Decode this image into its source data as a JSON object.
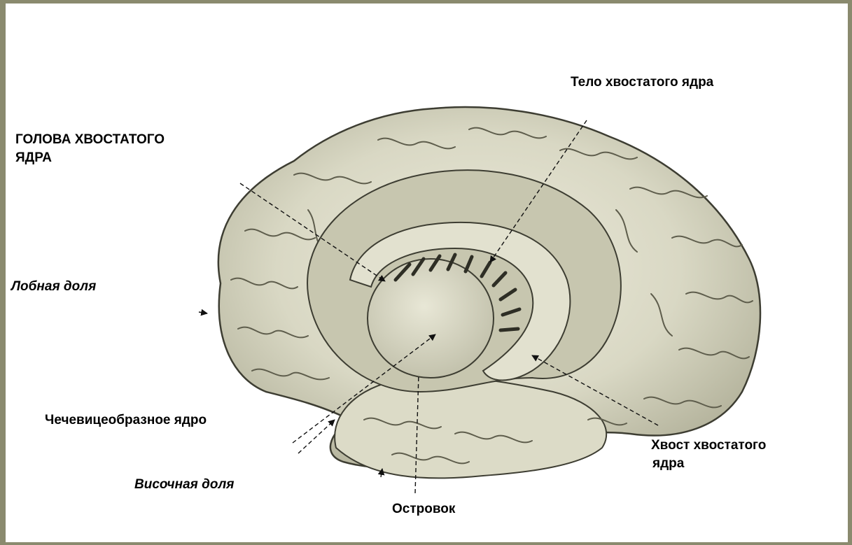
{
  "labels": {
    "caudate_head_line1": "ГОЛОВА ХВОСТАТОГО",
    "caudate_head_line2": "ЯДРА",
    "caudate_body": "Тело хвостатого ядра",
    "frontal_lobe": "Лобная доля",
    "lentiform_nucleus": "Чечевицеобразное ядро",
    "temporal_lobe": "Височная доля",
    "insula": "Островок",
    "caudate_tail_line1": "Хвост хвостатого",
    "caudate_tail_line2": "ядра"
  },
  "colors": {
    "frame": "#8a8a6e",
    "background": "#ffffff",
    "brain_fill": "#d9d8c4",
    "brain_shade": "#a9a892",
    "outline": "#3d3d32"
  }
}
